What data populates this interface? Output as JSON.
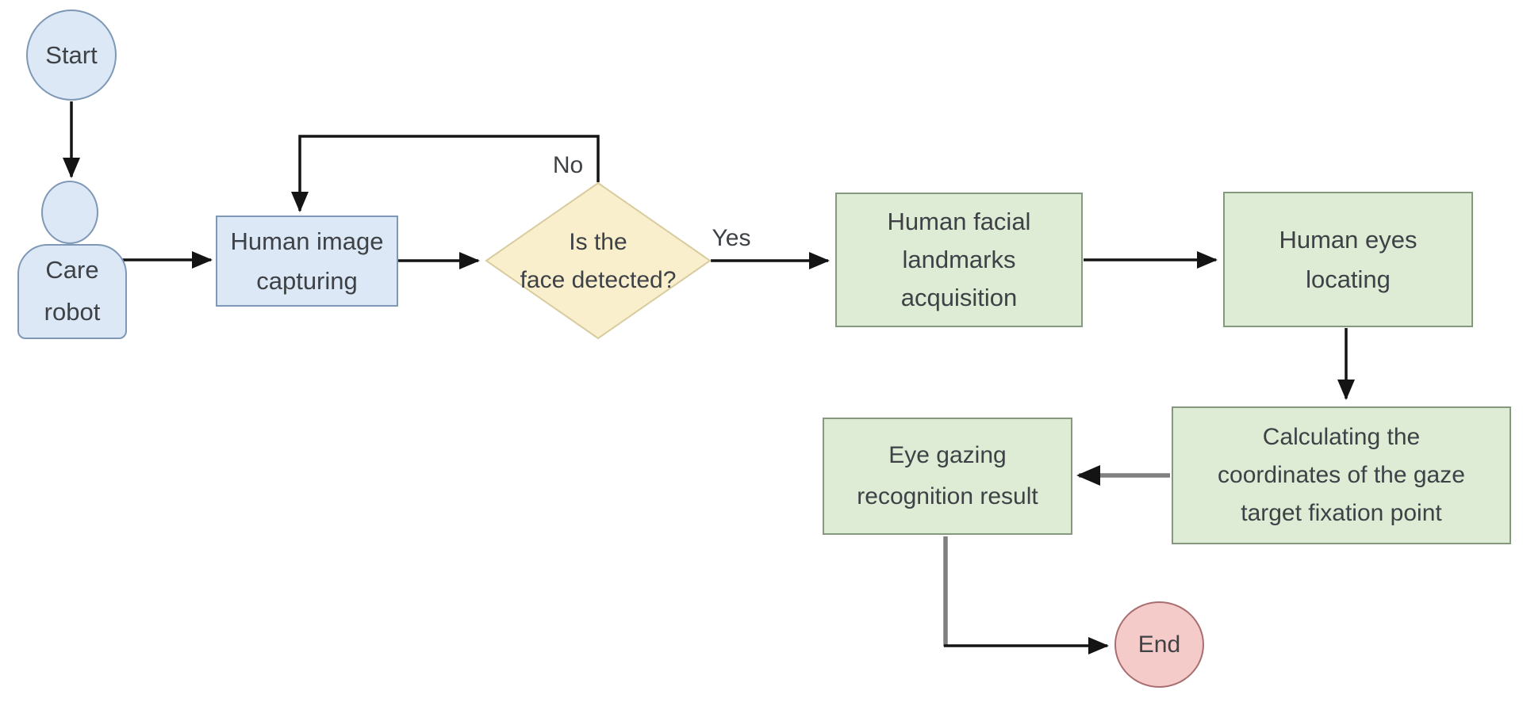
{
  "nodes": {
    "start": {
      "label": "Start"
    },
    "care_robot": {
      "label": "Care\nrobot"
    },
    "human_image_capturing": {
      "label": "Human image\ncapturing"
    },
    "face_detected": {
      "label": "Is the\nface detected?"
    },
    "facial_landmarks": {
      "label": "Human facial\nlandmarks\nacquisition"
    },
    "eyes_locating": {
      "label": "Human eyes\nlocating"
    },
    "gaze_calculation": {
      "label": "Calculating the\ncoordinates of the gaze\ntarget fixation point"
    },
    "recognition_result": {
      "label": "Eye gazing\nrecognition result"
    },
    "end": {
      "label": "End"
    }
  },
  "edge_labels": {
    "no": "No",
    "yes": "Yes"
  },
  "colors": {
    "blue_fill": "#dce8f5",
    "blue_border": "#7e98b6",
    "yellow_fill": "#f9efcd",
    "yellow_border": "#d8cc9e",
    "green_fill": "#deecd5",
    "green_border": "#85997f",
    "pink_fill": "#f5cbc9",
    "pink_border": "#a96e70",
    "line_black": "#141414",
    "line_gray": "#7f7f7f",
    "text": "#3e4247"
  }
}
